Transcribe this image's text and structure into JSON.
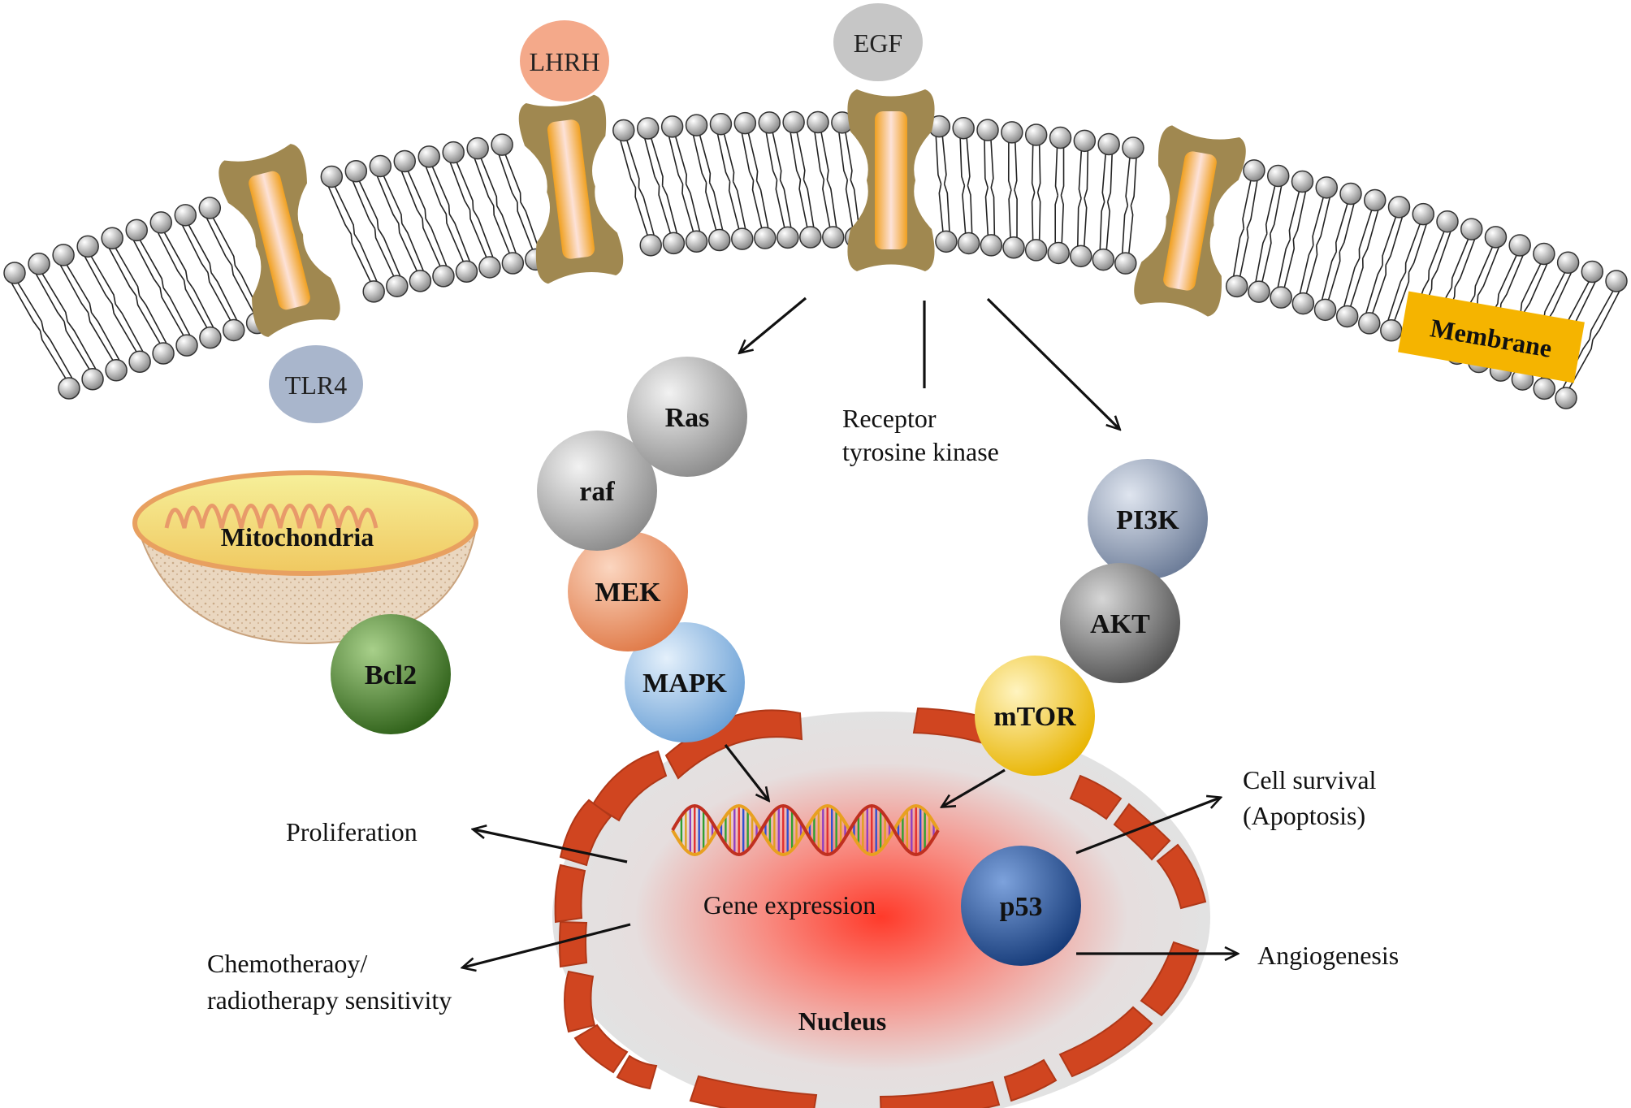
{
  "labels": {
    "membrane": "Membrane",
    "mitochondria": "Mitochondria",
    "nucleus": "Nucleus",
    "gene_expression": "Gene expression",
    "receptor_line1": "Receptor",
    "receptor_line2": "tyrosine kinase",
    "proliferation": "Proliferation",
    "chemo_line1": "Chemotheraoy/",
    "chemo_line2": "radiotherapy sensitivity",
    "survival_line1": "Cell survival",
    "survival_line2": "(Apoptosis)",
    "angiogenesis": "Angiogenesis"
  },
  "ligands": {
    "lhrh": "LHRH",
    "egf": "EGF",
    "tlr4": "TLR4"
  },
  "proteins": {
    "ras": "Ras",
    "raf": "raf",
    "mek": "MEK",
    "mapk": "MAPK",
    "pi3k": "PI3K",
    "akt": "AKT",
    "mtor": "mTOR",
    "bcl2": "Bcl2",
    "p53": "p53"
  },
  "colors": {
    "ras": "#9a9a9a",
    "raf": "#9a9a9a",
    "mek": "#e8875a",
    "mapk": "#7fb0e0",
    "pi3k": "#7f8ea8",
    "akt": "#6c6c6c",
    "mtor": "#f0c020",
    "bcl2": "#3f7a25",
    "p53": "#1f4a8c",
    "lhrh": "#f4a98a",
    "egf": "#c6c6c6",
    "tlr4": "#a9b6cc",
    "receptor": "#a08850",
    "channel": "#f5b535",
    "envelope": "#d04520",
    "membrane_label_bg": "#f5b400"
  }
}
